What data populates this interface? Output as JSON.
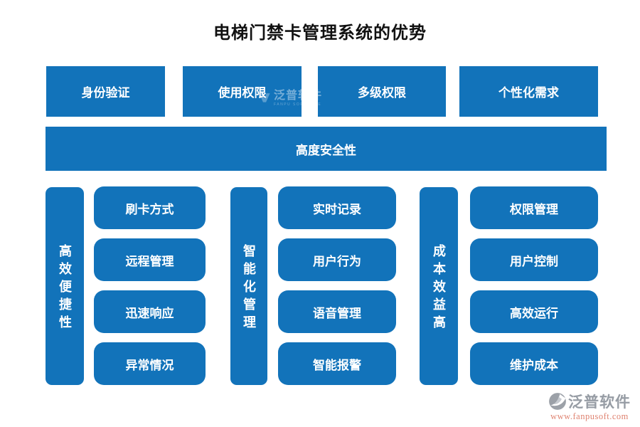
{
  "title": "电梯门禁卡管理系统的优势",
  "colors": {
    "primary_blue": "#1273BA",
    "logo_gray": "#969CA4",
    "logo_url_color": "#DF8270"
  },
  "top_row": [
    {
      "label": "身份验证"
    },
    {
      "label": "使用权限"
    },
    {
      "label": "多级权限"
    },
    {
      "label": "个性化需求"
    }
  ],
  "safety_bar": {
    "label": "高度安全性"
  },
  "groups": [
    {
      "header": "高效便捷性",
      "items": [
        "刷卡方式",
        "远程管理",
        "迅速响应",
        "异常情况"
      ]
    },
    {
      "header": "智能化管理",
      "items": [
        "实时记录",
        "用户行为",
        "语音管理",
        "智能报警"
      ]
    },
    {
      "header": "成本效益高",
      "items": [
        "权限管理",
        "用户控制",
        "高效运行",
        "维护成本"
      ]
    }
  ],
  "watermark": {
    "text": "泛普软件",
    "subtext": "FANPU SOFTWARE"
  },
  "logo": {
    "name": "泛普软件",
    "url": "www.fanpusoft.com"
  }
}
